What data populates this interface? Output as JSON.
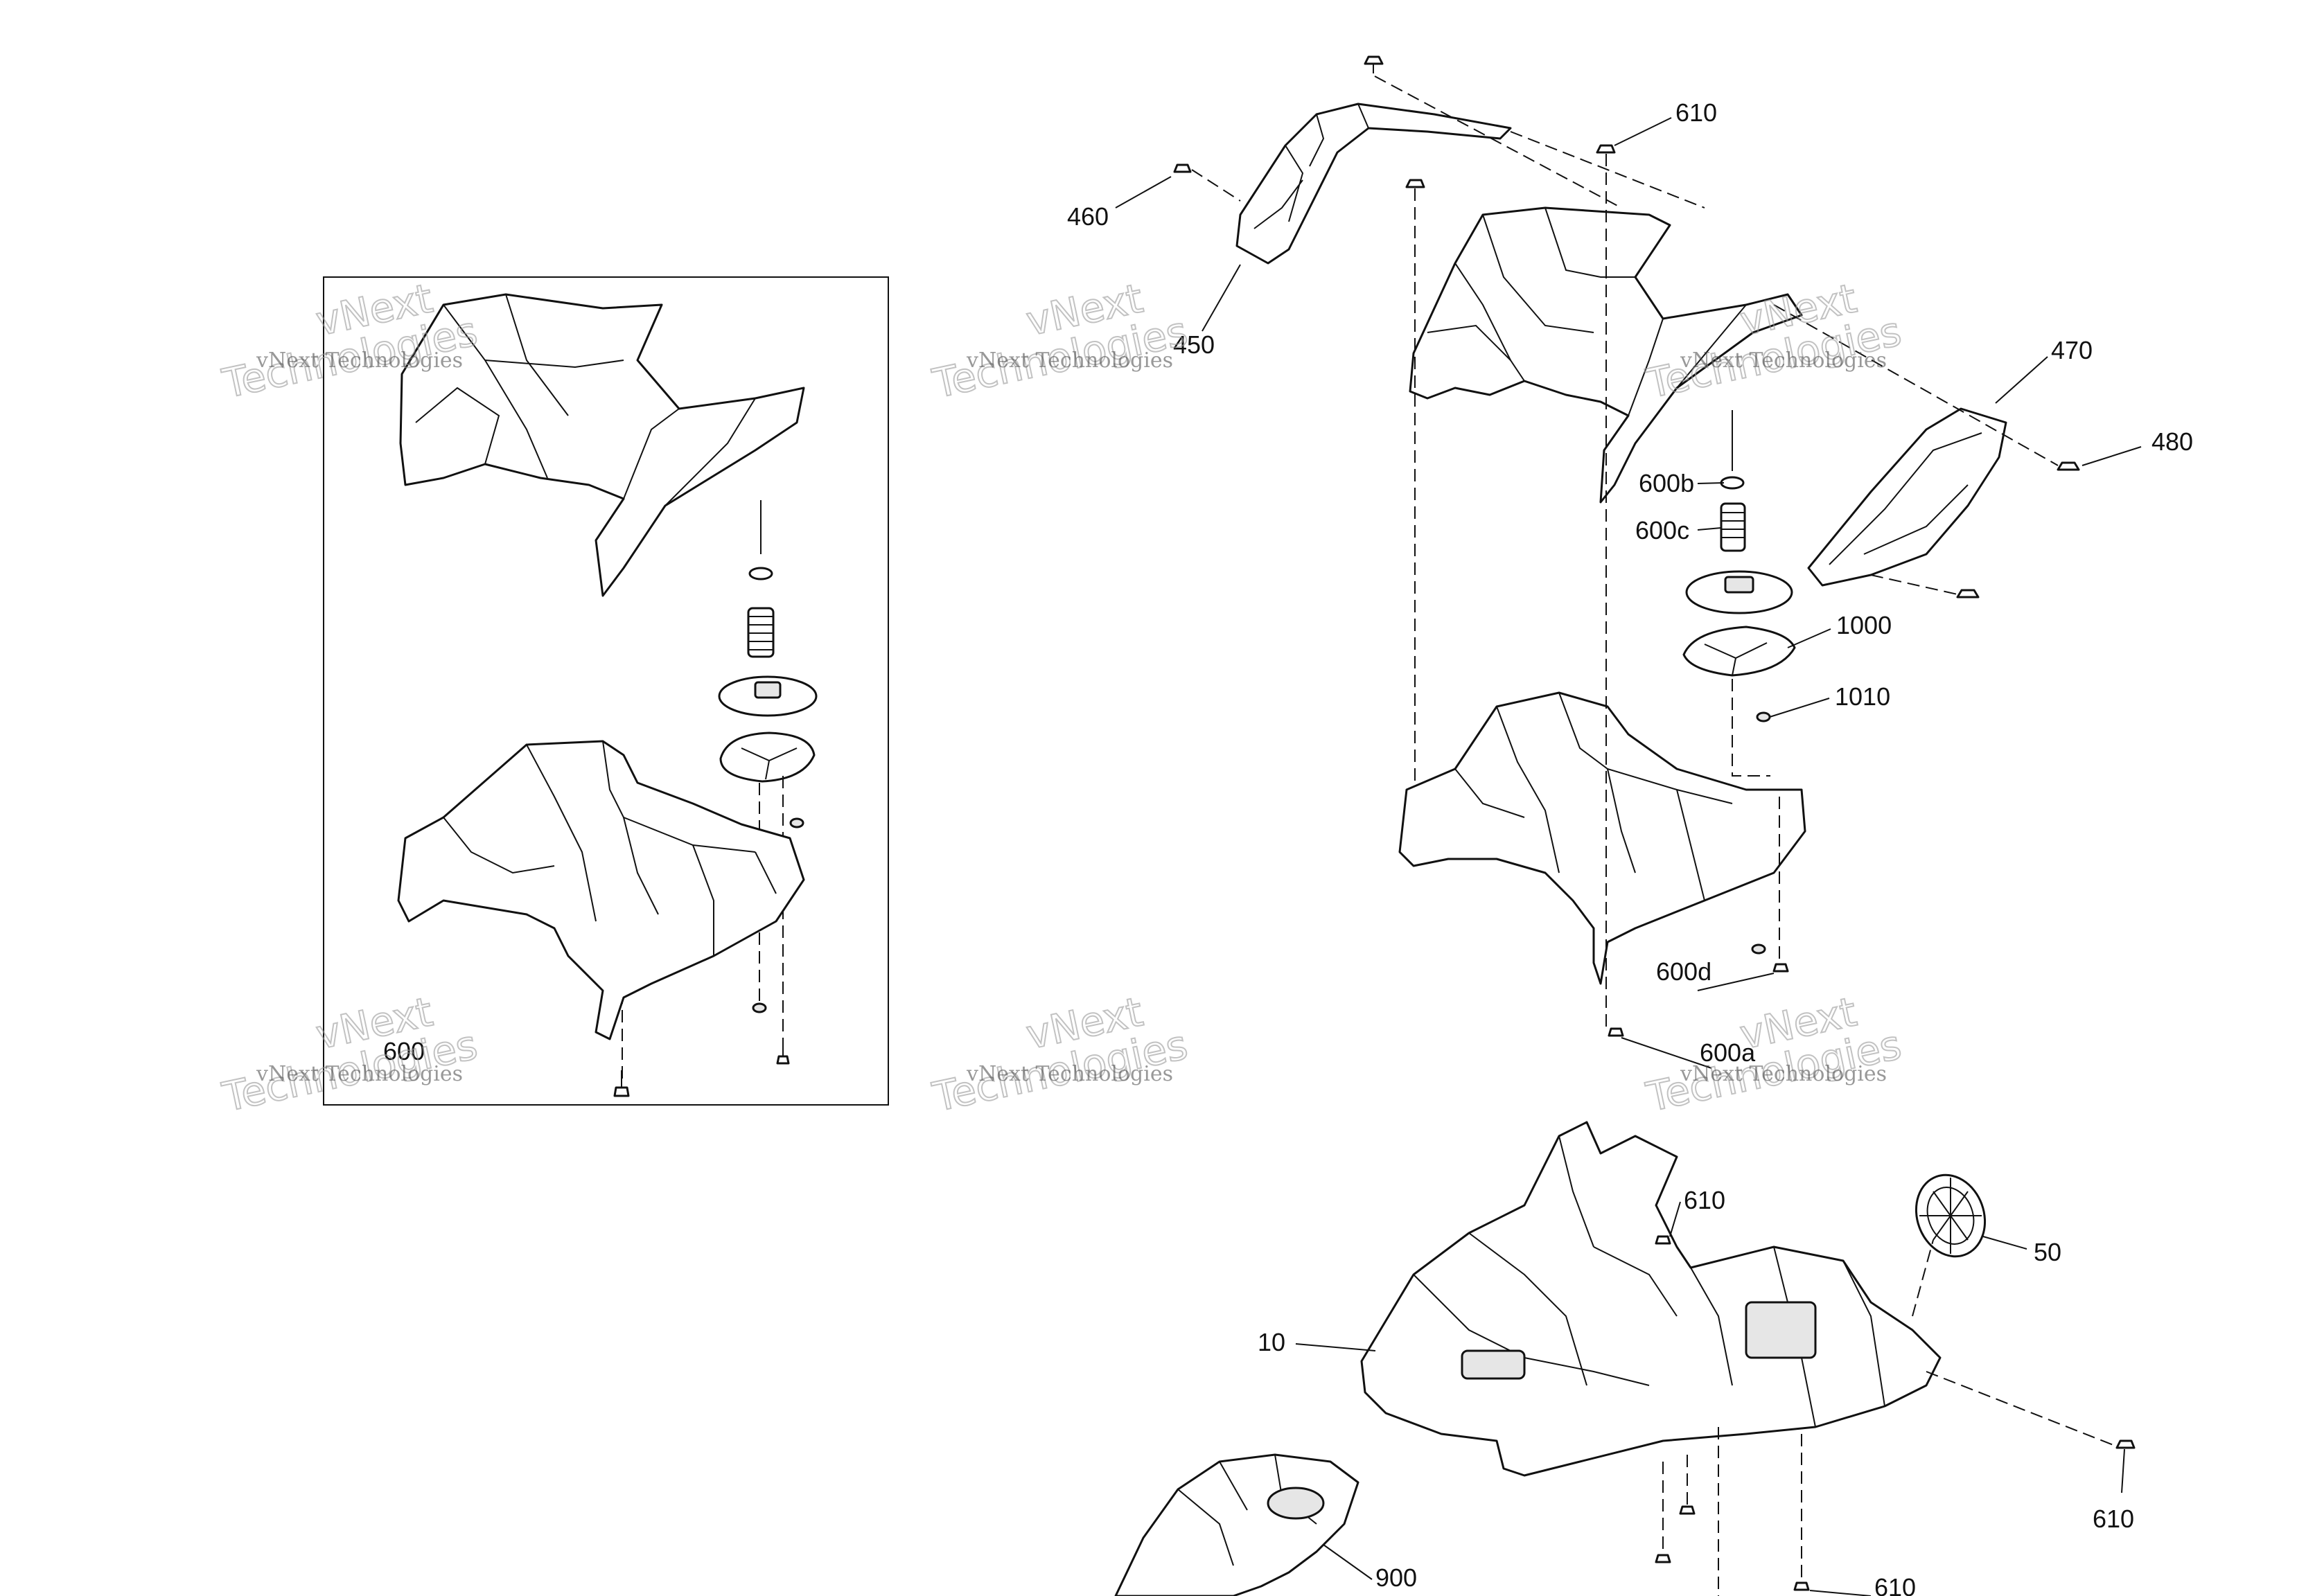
{
  "diagram": {
    "callouts": {
      "c460": "460",
      "c450": "450",
      "c610_top": "610",
      "c470": "470",
      "c480": "480",
      "c600b": "600b",
      "c600c": "600c",
      "c1000": "1000",
      "c1010": "1010",
      "c600d": "600d",
      "c600a": "600a",
      "c600": "600",
      "c610_mid": "610",
      "c50": "50",
      "c10": "10",
      "c610_right": "610",
      "c900": "900",
      "c610_bottom": "610"
    }
  },
  "watermark": {
    "line1": "vNext Technologies",
    "line2": "vNext",
    "line3": "Technologies"
  }
}
